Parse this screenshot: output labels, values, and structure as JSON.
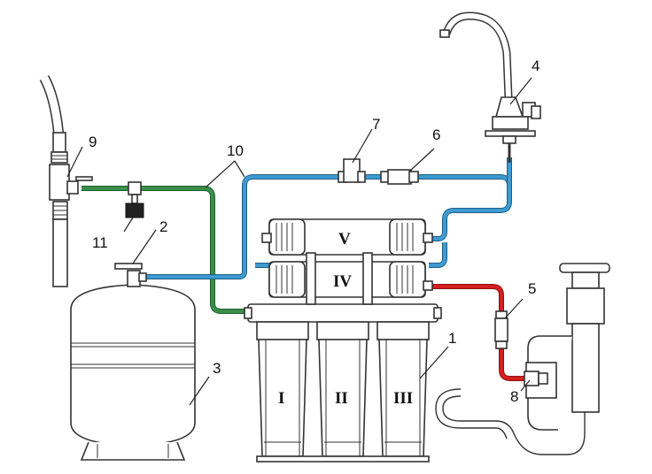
{
  "labels": {
    "n1": "1",
    "n2": "2",
    "n3": "3",
    "n4": "4",
    "n5": "5",
    "n6": "6",
    "n7": "7",
    "n8": "8",
    "n9": "9",
    "n10": "10",
    "n11": "11"
  },
  "filters": {
    "f1": "I",
    "f2": "II",
    "f3": "III",
    "f4": "IV",
    "f5": "V"
  },
  "colors": {
    "green": "#3a8f4a",
    "blue": "#3e9ad0",
    "red": "#d32020",
    "outline": "#333333"
  }
}
